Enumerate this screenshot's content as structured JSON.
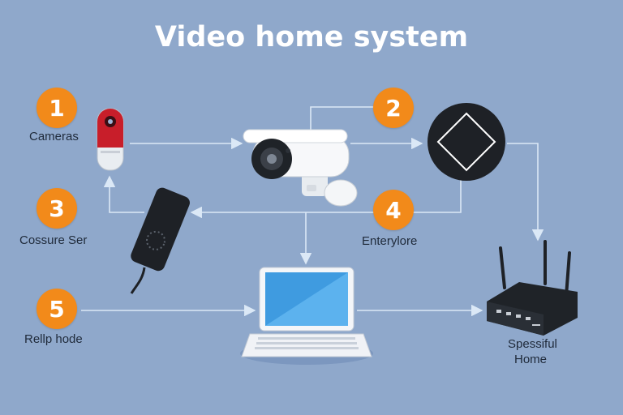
{
  "title": "Video home system",
  "colors": {
    "background": "#8fa8cb",
    "badge": "#f28a1a",
    "connector": "#dbe8f6",
    "title_text": "#ffffff",
    "label_text": "#1f2a3a"
  },
  "steps": [
    {
      "number": "1",
      "label": "Cameras"
    },
    {
      "number": "2",
      "label": ""
    },
    {
      "number": "3",
      "label": "Cossure Ser"
    },
    {
      "number": "4",
      "label": "Enterylore"
    },
    {
      "number": "5",
      "label": "Rellp hode"
    }
  ],
  "router_label": [
    "Spessiful",
    "Home"
  ],
  "icons": [
    "camera-red-icon",
    "bullet-camera-icon",
    "hub-diamond-icon",
    "sensor-device-icon",
    "laptop-icon",
    "router-icon"
  ]
}
